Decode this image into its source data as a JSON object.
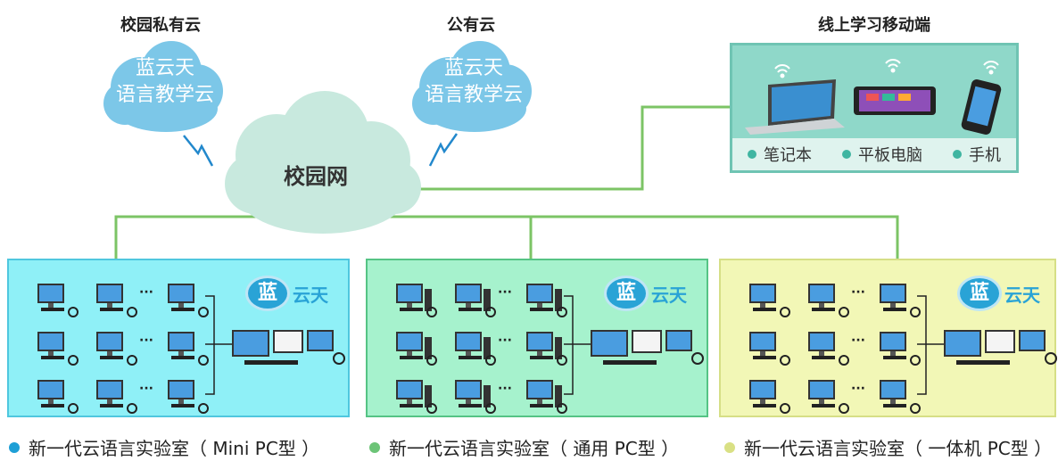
{
  "headings": {
    "private_cloud": "校园私有云",
    "public_cloud": "公有云",
    "mobile": "线上学习移动端"
  },
  "clouds": {
    "private_line1": "蓝云天",
    "private_line2": "语言教学云",
    "public_line1": "蓝云天",
    "public_line2": "语言教学云",
    "campus": "校园网"
  },
  "mobile_devices": [
    "笔记本",
    "平板电脑",
    "手机"
  ],
  "brand": {
    "bubble": "蓝",
    "text": "云天"
  },
  "ellipsis": "···",
  "labs": [
    {
      "caption": "新一代云语言实验室（ Mini PC型 ）",
      "bg": "#8ff0f7",
      "border": "#4fc7df",
      "dot": "#1e9fd6"
    },
    {
      "caption": "新一代云语言实验室（ 通用 PC型 ）",
      "bg": "#a6f2cd",
      "border": "#55c485",
      "dot": "#6cc477"
    },
    {
      "caption": "新一代云语言实验室（ 一体机 PC型 ）",
      "bg": "#f2f7b6",
      "border": "#d6df86",
      "dot": "#d9e084"
    }
  ],
  "colors": {
    "line": "#7cc466",
    "cloud_blue": "#7cc7e8",
    "campus_cloud": "#c8e9de",
    "lightning": "#2288cc"
  }
}
